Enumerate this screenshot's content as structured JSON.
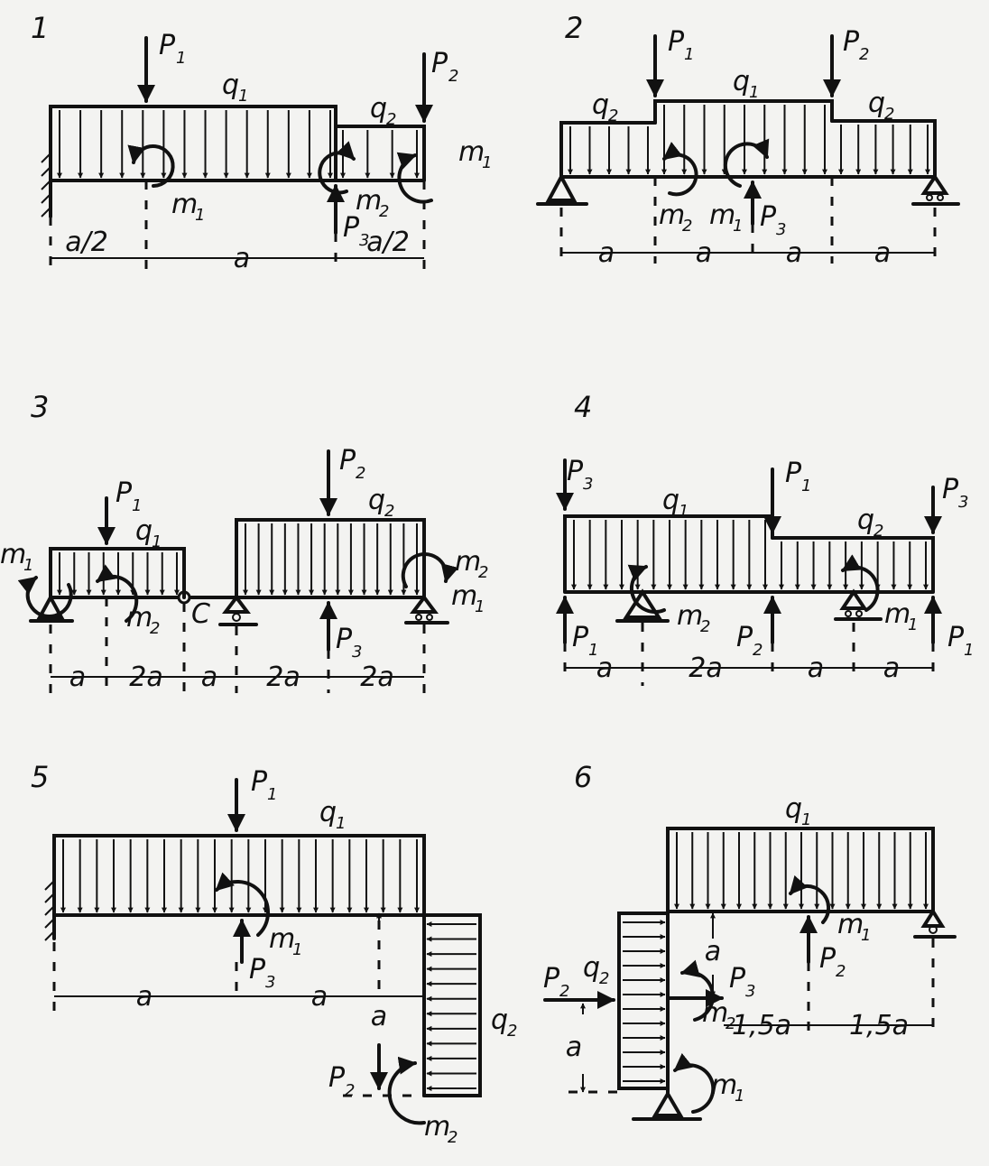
{
  "figures": [
    {
      "number": "1",
      "labels": {
        "p1": "P",
        "p1s": "1",
        "p2": "P",
        "p2s": "2",
        "p3": "P",
        "p3s": "3",
        "q1": "q",
        "q1s": "1",
        "q2": "q",
        "q2s": "2",
        "m1a": "m",
        "m1as": "1",
        "m1b": "m",
        "m1bs": "1",
        "m2": "m",
        "m2s": "2"
      },
      "dims": [
        "a/2",
        "a",
        "a/2"
      ]
    },
    {
      "number": "2",
      "labels": {
        "p1": "P",
        "p1s": "1",
        "p2": "P",
        "p2s": "2",
        "p3": "P",
        "p3s": "3",
        "q1": "q",
        "q1s": "1",
        "q2a": "q",
        "q2as": "2",
        "q2b": "q",
        "q2bs": "2",
        "m2": "m",
        "m2s": "2",
        "m1": "m",
        "m1s": "1"
      },
      "dims": [
        "a",
        "a",
        "a",
        "a"
      ]
    },
    {
      "number": "3",
      "labels": {
        "p1": "P",
        "p1s": "1",
        "p2": "P",
        "p2s": "2",
        "p3": "P",
        "p3s": "3",
        "q1": "q",
        "q1s": "1",
        "q2": "q",
        "q2s": "2",
        "m1a": "m",
        "m1as": "1",
        "m2a": "m",
        "m2as": "2",
        "m2b": "m",
        "m2bs": "2",
        "m1b": "m",
        "m1bs": "1",
        "hinge": "C"
      },
      "dims": [
        "a",
        "2a",
        "a",
        "2a",
        "2a"
      ]
    },
    {
      "number": "4",
      "labels": {
        "p3a": "P",
        "p3as": "3",
        "p1": "P",
        "p1s": "1",
        "p3b": "P",
        "p3bs": "3",
        "q1": "q",
        "q1s": "1",
        "q2": "q",
        "q2s": "2",
        "m2": "m",
        "m2s": "2",
        "m1": "m",
        "m1s": "1",
        "p1a": "P",
        "p1as": "1",
        "p2": "P",
        "p2s": "2",
        "p1b": "P",
        "p1bs": "1"
      },
      "dims": [
        "a",
        "2a",
        "a",
        "a"
      ]
    },
    {
      "number": "5",
      "labels": {
        "p1": "P",
        "p1s": "1",
        "q1": "q",
        "q1s": "1",
        "m1": "m",
        "m1s": "1",
        "p3": "P",
        "p3s": "3",
        "q2": "q",
        "q2s": "2",
        "p2": "P",
        "p2s": "2",
        "m2": "m",
        "m2s": "2"
      },
      "dims": [
        "a",
        "a",
        "a"
      ]
    },
    {
      "number": "6",
      "labels": {
        "q1": "q",
        "q1s": "1",
        "m1a": "m",
        "m1as": "1",
        "p2a": "P",
        "p2as": "2",
        "q2": "q",
        "q2s": "2",
        "p2b": "P",
        "p2bs": "2",
        "p3": "P",
        "p3s": "3",
        "m2": "m",
        "m2s": "2",
        "m1b": "m",
        "m1bs": "1"
      },
      "dims": [
        "a",
        "a",
        "1,5a",
        "1,5a"
      ]
    }
  ]
}
